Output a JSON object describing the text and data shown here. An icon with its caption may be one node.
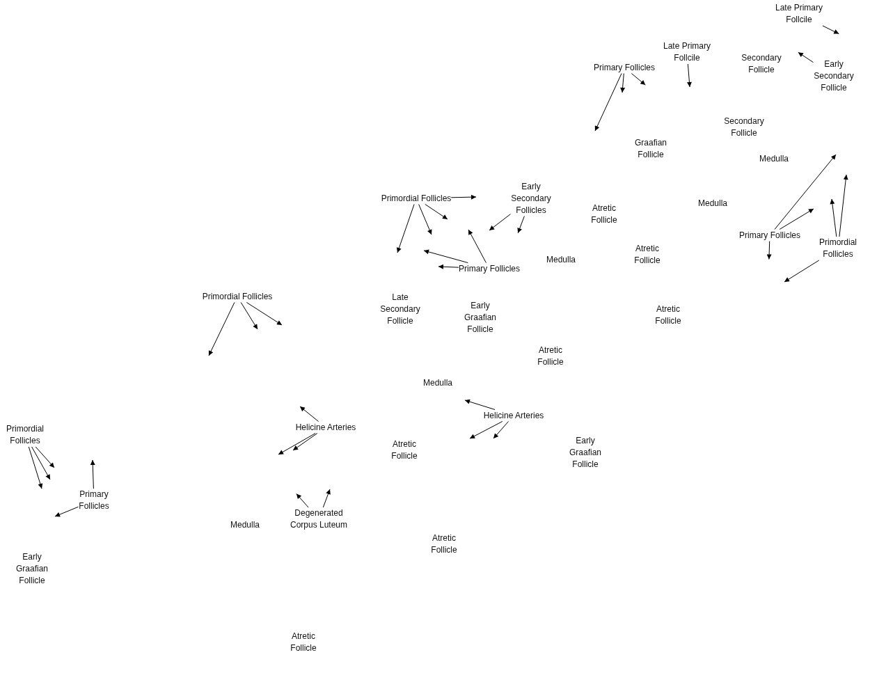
{
  "diagram": {
    "nodes": [
      {
        "text": [
          "Late Primary Follcile"
        ]
      },
      {
        "text": [
          "Late Primary Follcile"
        ]
      },
      {
        "text": [
          "Primary Follicles"
        ]
      },
      {
        "text": [
          "Early Secondary Follicle"
        ]
      },
      {
        "text": [
          "Primordial Follicles"
        ]
      },
      {
        "text": [
          "Early Secondary Follicles"
        ]
      },
      {
        "text": [
          "Primary Follicles"
        ]
      },
      {
        "text": [
          "Primordial Follicles"
        ]
      },
      {
        "text": [
          "Primary Follicles"
        ]
      },
      {
        "text": [
          "Primordial Follicles"
        ]
      },
      {
        "text": [
          "Helicine Arteries"
        ]
      },
      {
        "text": [
          "Helicine Arteries"
        ]
      },
      {
        "text": [
          "Primordial Follicles"
        ]
      },
      {
        "text": [
          "Primary Follicles"
        ]
      },
      {
        "text": [
          "Degenerated Corpus Luteum"
        ]
      }
    ],
    "edges": [
      {
        "from": 0,
        "to": null,
        "arrow": "to"
      },
      {
        "from": 1,
        "to": null,
        "arrow": "to"
      },
      {
        "from": 2,
        "to": null,
        "arrow": "to"
      },
      {
        "from": 2,
        "to": null,
        "arrow": "to"
      },
      {
        "from": 2,
        "to": null,
        "arrow": "to"
      },
      {
        "from": 3,
        "to": null,
        "arrow": "to"
      },
      {
        "from": 4,
        "to": null,
        "arrow": "to"
      },
      {
        "from": 4,
        "to": null,
        "arrow": "to"
      },
      {
        "from": 4,
        "to": null,
        "arrow": "to"
      },
      {
        "from": 4,
        "to": null,
        "arrow": "to"
      },
      {
        "from": 5,
        "to": null,
        "arrow": "to"
      },
      {
        "from": 5,
        "to": null,
        "arrow": "to"
      },
      {
        "from": 6,
        "to": null,
        "arrow": "to"
      },
      {
        "from": 6,
        "to": null,
        "arrow": "to"
      },
      {
        "from": 6,
        "to": null,
        "arrow": "to"
      },
      {
        "from": 7,
        "to": null,
        "arrow": "to"
      },
      {
        "from": 7,
        "to": null,
        "arrow": "to"
      },
      {
        "from": 7,
        "to": null,
        "arrow": "to"
      },
      {
        "from": 8,
        "to": null,
        "arrow": "to"
      },
      {
        "from": 8,
        "to": null,
        "arrow": "to"
      },
      {
        "from": 8,
        "to": null,
        "arrow": "to"
      },
      {
        "from": 9,
        "to": null,
        "arrow": "to"
      },
      {
        "from": 9,
        "to": null,
        "arrow": "to"
      },
      {
        "from": 9,
        "to": null,
        "arrow": "to"
      },
      {
        "from": 10,
        "to": null,
        "arrow": "to"
      },
      {
        "from": 10,
        "to": null,
        "arrow": "to"
      },
      {
        "from": 10,
        "to": null,
        "arrow": "to"
      },
      {
        "from": 11,
        "to": null,
        "arrow": "to"
      },
      {
        "from": 11,
        "to": null,
        "arrow": "to"
      },
      {
        "from": 11,
        "to": null,
        "arrow": "to"
      },
      {
        "from": 12,
        "to": null,
        "arrow": "to"
      },
      {
        "from": 12,
        "to": null,
        "arrow": "to"
      },
      {
        "from": 12,
        "to": null,
        "arrow": "to"
      },
      {
        "from": 13,
        "to": null,
        "arrow": "to"
      },
      {
        "from": 13,
        "to": null,
        "arrow": "to"
      },
      {
        "from": 14,
        "to": null,
        "arrow": "to"
      },
      {
        "from": 14,
        "to": null,
        "arrow": "to"
      }
    ],
    "labels": [
      "Secondary Follicle",
      "Secondary Follicle",
      "Graafian Follicle",
      "Medulla",
      "Medulla",
      "Atretic Follicle",
      "Atretic Follicle",
      "Medulla",
      "Late Secondary Follicle",
      "Early Graafian Follicle",
      "Atretic Follicle",
      "Atretic Follicle",
      "Medulla",
      "Atretic Follicle",
      "Early Graafian Follicle",
      "Medulla",
      "Atretic Follicle",
      "Early Graafian Follicle",
      "Atretic Follicle"
    ]
  }
}
